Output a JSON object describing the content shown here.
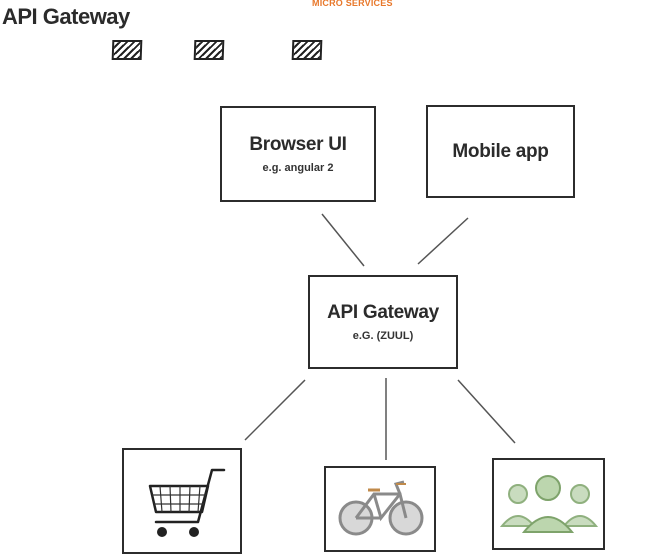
{
  "header": {
    "section_label": "MICRO SERVICES"
  },
  "title": "API Gateway",
  "colors": {
    "section_label": "#e8782b",
    "lines": "#555555",
    "box_border": "#2c2c2c",
    "bike_frame": "#8a8a8a",
    "bike_accent": "#c08a4a",
    "users": "#a8c89a"
  },
  "nodes": {
    "browser_ui": {
      "title": "Browser UI",
      "subtitle": "e.g. angular 2"
    },
    "mobile_app": {
      "title": "Mobile app"
    },
    "api_gateway": {
      "title": "API Gateway",
      "subtitle": "e.G. (ZUUL)"
    }
  },
  "services": [
    {
      "icon": "shopping-cart-icon"
    },
    {
      "icon": "bicycle-icon"
    },
    {
      "icon": "users-icon"
    }
  ],
  "hatch_markers": 3
}
